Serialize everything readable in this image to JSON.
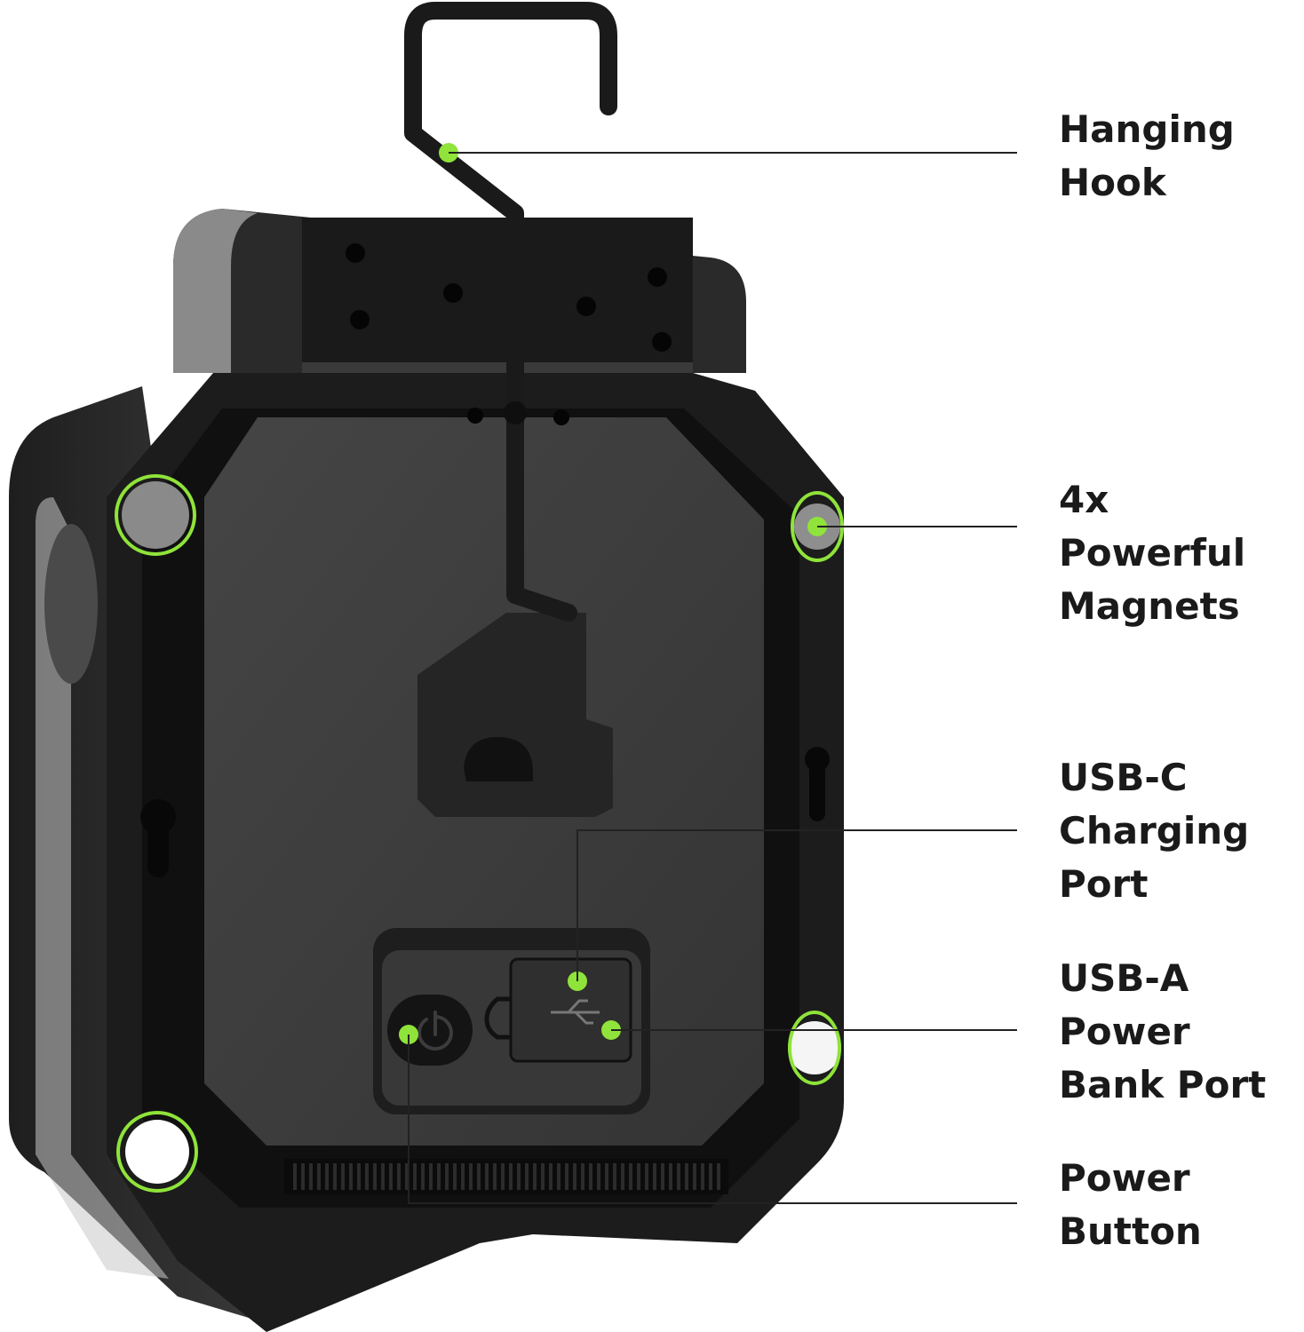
{
  "colors": {
    "accent": "#8fe33a",
    "device_body": "#3d3d3d",
    "device_frame": "#151515",
    "leader_line": "#222222",
    "text": "#1a1a1a"
  },
  "callouts": [
    {
      "id": "hanging-hook",
      "lines": [
        "Hanging",
        "Hook"
      ]
    },
    {
      "id": "magnets",
      "lines": [
        "4x Powerful",
        "Magnets"
      ]
    },
    {
      "id": "usb-c",
      "lines": [
        "USB-C",
        "Charging",
        "Port"
      ]
    },
    {
      "id": "usb-a",
      "lines": [
        "USB-A",
        "Power",
        "Bank Port"
      ]
    },
    {
      "id": "power-button",
      "lines": [
        "Power",
        "Button"
      ]
    }
  ]
}
